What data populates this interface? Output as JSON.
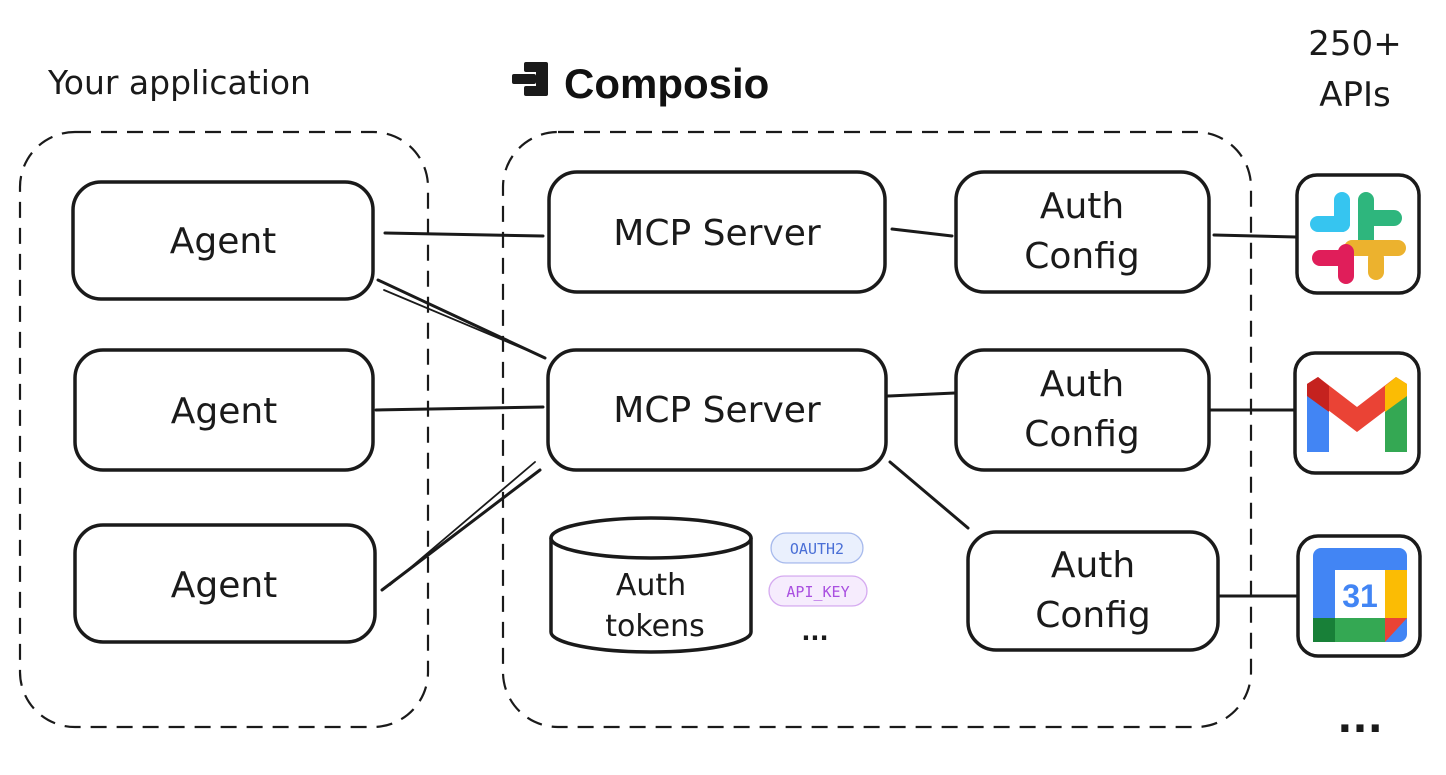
{
  "your_app_title": "Your application",
  "brand": {
    "name": "Composio"
  },
  "apis_label": {
    "line1": "250+",
    "line2": "APIs"
  },
  "agents": [
    {
      "label": "Agent"
    },
    {
      "label": "Agent"
    },
    {
      "label": "Agent"
    }
  ],
  "mcp_servers": [
    {
      "label": "MCP Server"
    },
    {
      "label": "MCP Server"
    }
  ],
  "auth_configs": [
    {
      "line1": "Auth",
      "line2": "Config"
    },
    {
      "line1": "Auth",
      "line2": "Config"
    },
    {
      "line1": "Auth",
      "line2": "Config"
    }
  ],
  "auth_tokens": {
    "line1": "Auth",
    "line2": "tokens"
  },
  "token_types": [
    {
      "label": "OAUTH2",
      "color": "#4a6fd6",
      "bg": "#eaf0fd"
    },
    {
      "label": "API_KEY",
      "color": "#a94fe0",
      "bg": "#f6ecfd"
    }
  ],
  "token_ellipsis": "...",
  "apis_ellipsis": "...",
  "calendar_day": "31",
  "apps": [
    {
      "icon": "slack-icon"
    },
    {
      "icon": "gmail-icon"
    },
    {
      "icon": "google-calendar-icon"
    }
  ]
}
